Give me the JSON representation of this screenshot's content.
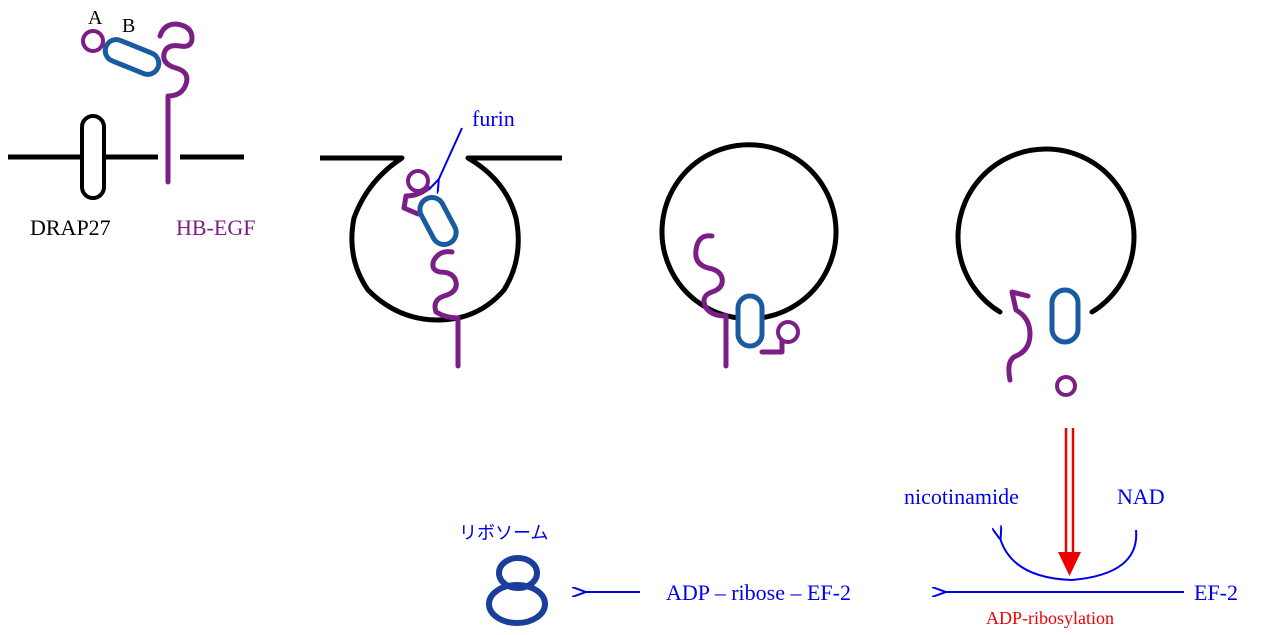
{
  "labels": {
    "A": "A",
    "B": "B",
    "drap27": "DRAP27",
    "hbegf": "HB-EGF",
    "furin": "furin",
    "nicotinamide": "nicotinamide",
    "nad": "NAD",
    "ribosome": "リボソーム",
    "adp_ribose_ef2": "ADP – ribose – EF-2",
    "ef2": "EF-2",
    "adp_ribosylation": "ADP-ribosylation"
  },
  "colors": {
    "membrane": "#000000",
    "receptor_hbegf": "#7b1e86",
    "toxin_b": "#1a5aa0",
    "toxin_a": "#7b1e86",
    "arrows_blue": "#0000ee",
    "arrow_red": "#ee0000",
    "text_black": "#000000",
    "text_purple": "#7b1e86",
    "text_blue": "#0000ee",
    "text_red": "#ee0000",
    "ribosome": "#1a3f9a"
  }
}
